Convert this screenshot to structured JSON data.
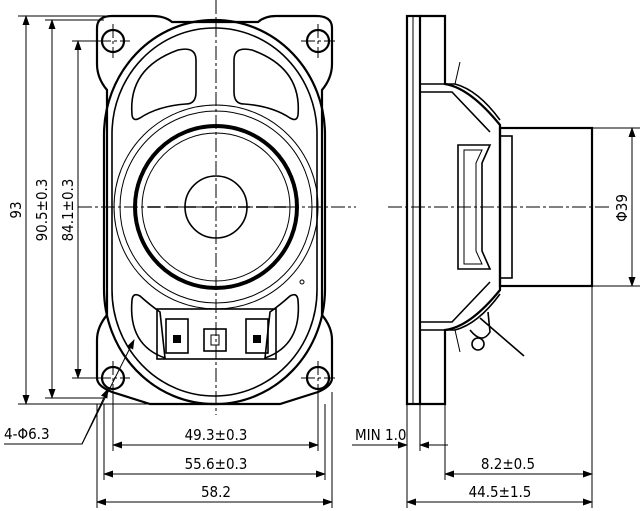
{
  "dimensions": {
    "height_overall": "93",
    "height_outer": "90.5±0.3",
    "height_holes": "84.1±0.3",
    "hole_callout": "4-Φ6.3",
    "width_holes": "49.3±0.3",
    "width_outer": "55.6±0.3",
    "width_overall": "58.2",
    "min_thickness": "MIN 1.0",
    "magnet_depth": "8.2±0.5",
    "total_depth": "44.5±1.5",
    "magnet_diameter": "Φ39"
  }
}
